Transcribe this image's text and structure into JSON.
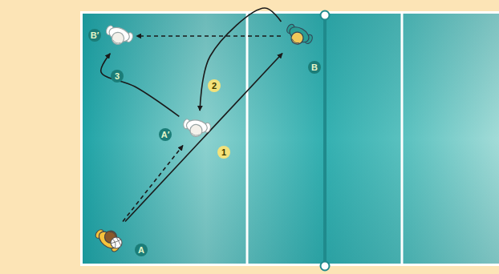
{
  "diagram": {
    "nodes": [
      {
        "text": [
          "B′"
        ]
      },
      {
        "text": [
          "B"
        ]
      },
      {
        "text": [
          "A′"
        ]
      },
      {
        "text": [
          "A"
        ]
      }
    ],
    "edges": [
      {
        "from": 3,
        "to": 1,
        "arrow": "to",
        "label": "1"
      },
      {
        "from": 3,
        "to": 2,
        "arrow": "to"
      },
      {
        "from": 1,
        "to": 2,
        "arrow": "to",
        "label": "2"
      },
      {
        "from": 1,
        "to": 0,
        "arrow": "to"
      },
      {
        "from": 2,
        "to": 0,
        "arrow": "to",
        "label": "3"
      }
    ]
  }
}
